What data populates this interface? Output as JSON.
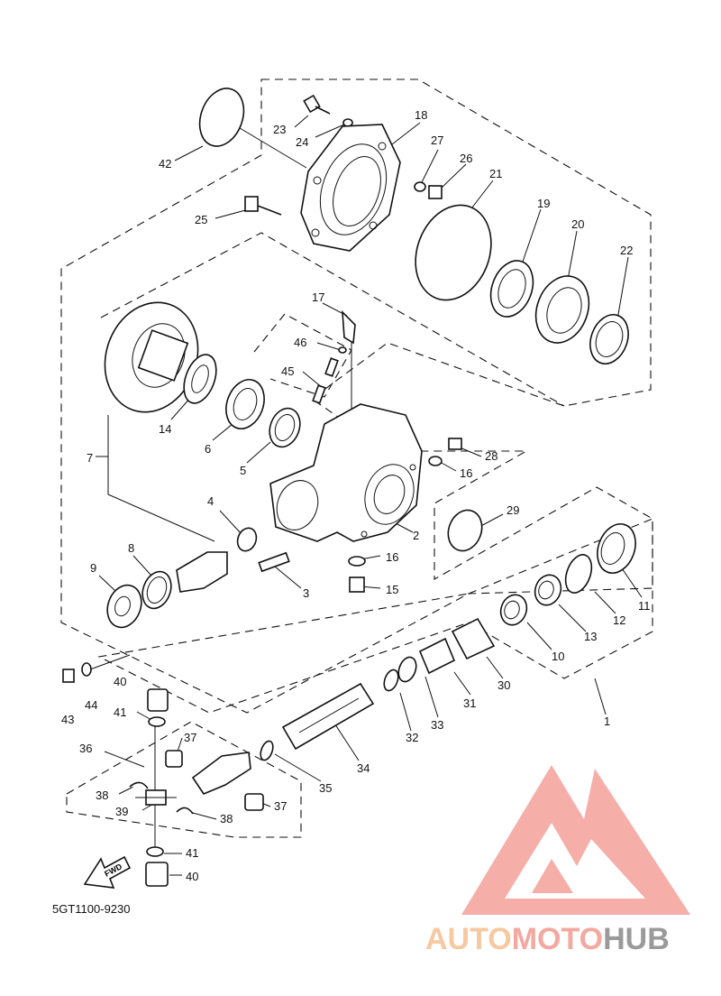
{
  "diagram": {
    "catalog_code": "5GT1100-9230",
    "fwd_label": "FWD",
    "callouts": [
      "1",
      "2",
      "3",
      "4",
      "5",
      "6",
      "7",
      "8",
      "9",
      "10",
      "11",
      "12",
      "13",
      "14",
      "15",
      "16",
      "16",
      "17",
      "18",
      "19",
      "20",
      "21",
      "22",
      "23",
      "24",
      "25",
      "26",
      "27",
      "28",
      "29",
      "30",
      "31",
      "32",
      "33",
      "34",
      "35",
      "36",
      "37",
      "37",
      "38",
      "38",
      "39",
      "40",
      "40",
      "41",
      "41",
      "42",
      "43",
      "44",
      "45",
      "46"
    ]
  },
  "watermark": {
    "brand_part1": "AUTO",
    "brand_part2": "MOTO",
    "brand_part3": "HUB",
    "colors": {
      "triangle": "#f4a09a",
      "part1": "#f6c9a0",
      "part2": "#f3a8a0",
      "part3": "#9a9a9a"
    }
  }
}
